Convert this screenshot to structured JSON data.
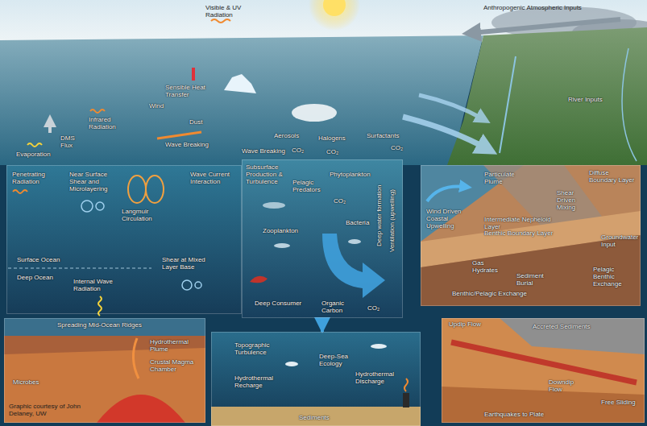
{
  "diagram": {
    "nodes": [
      {
        "text": [
          "Penetrating Radiation",
          "Near Surface Shear and Microlayering",
          "Langmuir Circulation",
          "Wave Current Interaction",
          "Surface Ocean",
          "Deep Ocean",
          "Internal Wave Radiation",
          "Shear at Mixed Layer Base"
        ]
      },
      {
        "text": [
          "Subsurface Production & Turbulence",
          "Pelagic Predators",
          "Phytoplankton",
          "Zooplankton",
          "Bacteria",
          "CO₂",
          "Deep water formation",
          "Ventilation (upwelling)",
          "Deep Consumer",
          "Organic Carbon",
          "CO₂"
        ]
      },
      {
        "text": [
          "Particulate Plume",
          "Diffuse Boundary Layer",
          "Wind Driven Coastal Upwelling",
          "Shear Driven Mixing",
          "Intermediate Nepheloid Layer",
          "Benthic Boundary Layer",
          "Groundwater Input",
          "Gas Hydrates",
          "Sediment Burial",
          "Pelagic Benthic Exchange",
          "Benthic/Pelagic Exchange"
        ]
      },
      {
        "text": [
          "Spreading Mid-Ocean Ridges",
          "Hydrothermal Plume",
          "Crustal Magma Chamber",
          "Microbes",
          "Graphic courtesy of John Delaney, UW"
        ]
      },
      {
        "text": [
          "Topographic Turbulence",
          "Deep-Sea Ecology",
          "Hydrothermal Recharge",
          "Hydrothermal Discharge",
          "Sediments"
        ]
      },
      {
        "text": [
          "Updip Flow",
          "Accreted Sediments",
          "Downdip Flow",
          "Free Sliding",
          "Earthquakes to Plate"
        ]
      }
    ],
    "edges": [
      {
        "from": 1,
        "to": 4,
        "arrow": "to"
      }
    ],
    "labels": [
      "Visible & UV Radiation",
      "Anthropogenic Atmospheric Inputs",
      "Sensible Heat Transfer",
      "Wind",
      "Dust",
      "Infrared Radiation",
      "DMS Flux",
      "Evaporation",
      "Wave Breaking",
      "Wave Breaking",
      "Aerosols",
      "Halogens",
      "Surfactants",
      "CO₂",
      "CO₂",
      "CO₂",
      "River Inputs"
    ]
  }
}
